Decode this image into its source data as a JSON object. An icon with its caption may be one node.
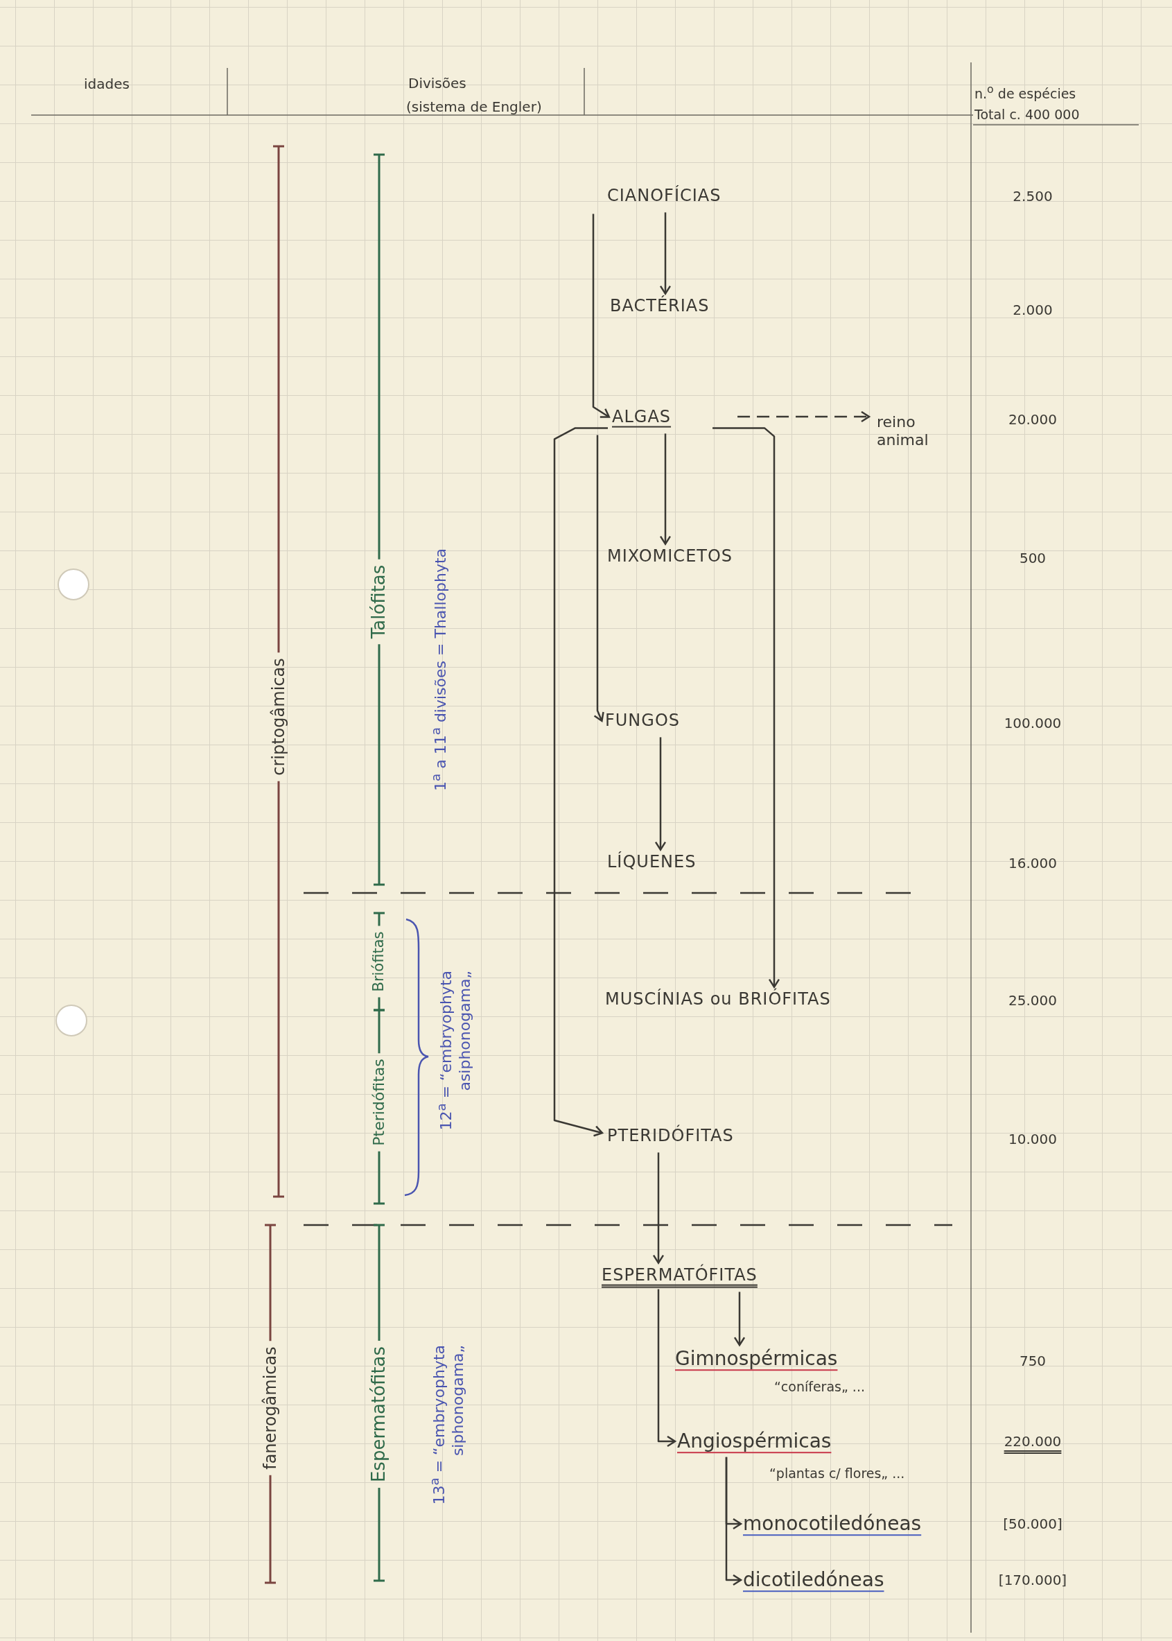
{
  "diagram": {
    "nodes": [
      {
        "text": [
          "CIANOFÍCIAS"
        ]
      },
      {
        "text": [
          "BACTÉRIAS"
        ]
      },
      {
        "text": [
          "ALGAS"
        ]
      },
      {
        "text": [
          "reino animal"
        ]
      },
      {
        "text": [
          "MIXOMICETOS"
        ]
      },
      {
        "text": [
          "FUNGOS"
        ]
      },
      {
        "text": [
          "LÍQUENES"
        ]
      },
      {
        "text": [
          "MUSCÍNIAS ou BRIÓFITAS"
        ]
      },
      {
        "text": [
          "PTERIDÓFITAS"
        ]
      },
      {
        "text": [
          "ESPERMATÓFITAS"
        ]
      },
      {
        "text": [
          "Gimnospérmicas"
        ],
        "beside": [
          "“coníferas„ ..."
        ]
      },
      {
        "text": [
          "Angiospérmicas"
        ],
        "beside": [
          "“plantas c/ flores„ ..."
        ]
      },
      {
        "text": [
          "monocotiledóneas"
        ]
      },
      {
        "text": [
          "dicotiledóneas"
        ]
      }
    ],
    "edges": [
      {
        "from": 0,
        "to": 1,
        "arrow": "to"
      },
      {
        "from": 0,
        "to": 2,
        "arrow": "to"
      },
      {
        "from": 2,
        "to": 3,
        "arrow": "to",
        "style": "dashed"
      },
      {
        "from": 2,
        "to": 4,
        "arrow": "to"
      },
      {
        "from": 2,
        "to": 5,
        "arrow": "to"
      },
      {
        "from": 5,
        "to": 6,
        "arrow": "to"
      },
      {
        "from": 2,
        "to": 7,
        "arrow": "to"
      },
      {
        "from": 2,
        "to": 8,
        "arrow": "to"
      },
      {
        "from": 8,
        "to": 9,
        "arrow": "to"
      },
      {
        "from": 9,
        "to": 10,
        "arrow": "to"
      },
      {
        "from": 9,
        "to": 11,
        "arrow": "to"
      },
      {
        "from": 11,
        "to": 12,
        "arrow": "to"
      },
      {
        "from": 11,
        "to": 13,
        "arrow": "to"
      }
    ],
    "labels": [
      "idades",
      "Divisões",
      "(sistema de Engler)",
      "n.$^{o}$ de espécies",
      "Total c. 400 000",
      "criptogâmicas",
      "Talófitas",
      "1$^{a}$ a 11$^{a}$ divisões = Thallophyta",
      "Briófitas",
      "Pteridófitas",
      "12$^{a}$ = “embryophyta asiphonogama„",
      "fanerogâmicas",
      "Espermatófitas",
      "13$^{a}$ = “embryophyta siphonogama„",
      "2.500",
      "2.000",
      "20.000",
      "500",
      "100.000",
      "16.000",
      "25.000",
      "10.000",
      "750",
      "220.000",
      "[50.000]",
      "[170.000]"
    ]
  }
}
